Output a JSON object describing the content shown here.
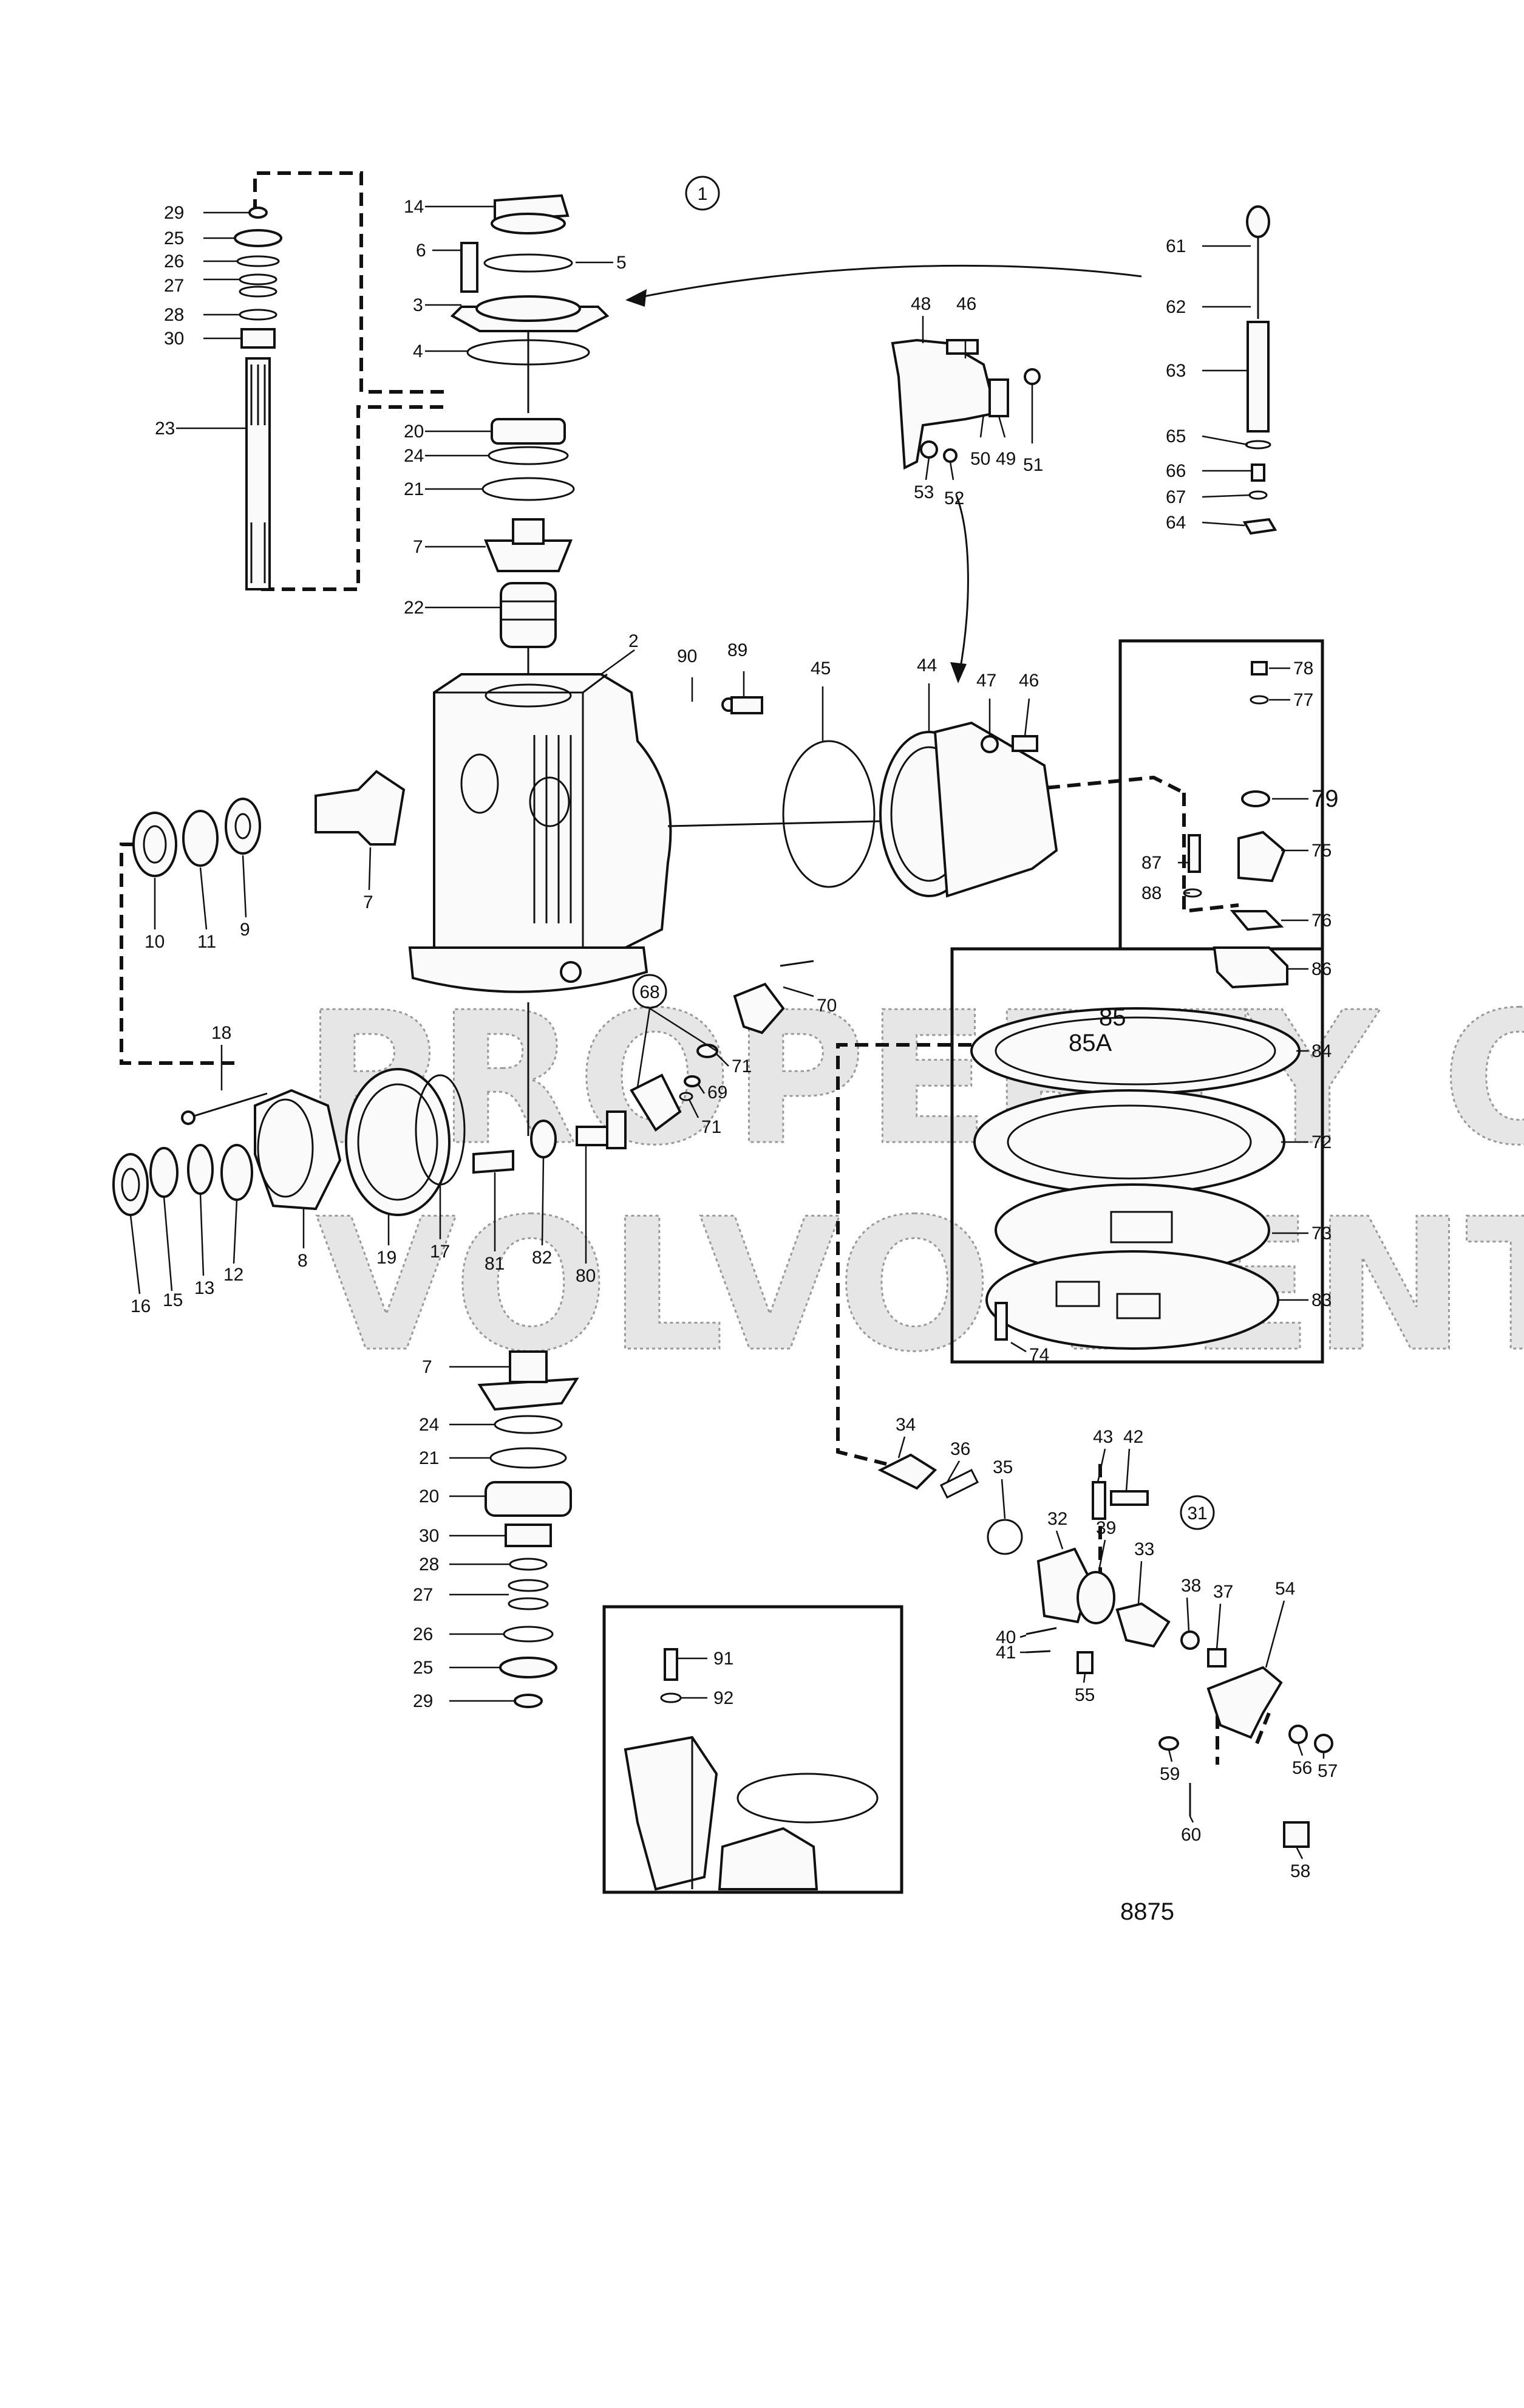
{
  "drawing_number": "8875",
  "watermark": [
    "PROPERTY OF",
    "VOLVO PENTA"
  ],
  "group_markers": [
    "1",
    "68",
    "31"
  ],
  "callouts": {
    "c29a": "29",
    "c25a": "25",
    "c26a": "26",
    "c27a": "27",
    "c28a": "28",
    "c30a": "30",
    "c23": "23",
    "c14": "14",
    "c6": "6",
    "c5": "5",
    "c3": "3",
    "c4": "4",
    "c20a": "20",
    "c24a": "24",
    "c21a": "21",
    "c7a": "7",
    "c22": "22",
    "c48": "48",
    "c46a": "46",
    "c50": "50",
    "c49": "49",
    "c51": "51",
    "c53": "53",
    "c52": "52",
    "c61": "61",
    "c62": "62",
    "c63": "63",
    "c65": "65",
    "c66": "66",
    "c67": "67",
    "c64": "64",
    "c2": "2",
    "c90": "90",
    "c89": "89",
    "c45": "45",
    "c44": "44",
    "c47": "47",
    "c46b": "46",
    "c78": "78",
    "c77": "77",
    "c79": "79",
    "c75": "75",
    "c87": "87",
    "c88": "88",
    "c76": "76",
    "c86": "86",
    "c85": "85",
    "c85a": "85A",
    "c84": "84",
    "c72": "72",
    "c73": "73",
    "c83": "83",
    "c74": "74",
    "c10": "10",
    "c11": "11",
    "c9": "9",
    "c7b": "7",
    "c70": "70",
    "c71a": "71",
    "c69": "69",
    "c71b": "71",
    "c18": "18",
    "c16": "16",
    "c15": "15",
    "c13": "13",
    "c12": "12",
    "c8": "8",
    "c19": "19",
    "c17": "17",
    "c81": "81",
    "c82": "82",
    "c80": "80",
    "c7c": "7",
    "c24b": "24",
    "c21b": "21",
    "c20b": "20",
    "c30b": "30",
    "c28b": "28",
    "c27b": "27",
    "c26b": "26",
    "c25b": "25",
    "c29b": "29",
    "c34": "34",
    "c36": "36",
    "c35": "35",
    "c43": "43",
    "c42": "42",
    "c32": "32",
    "c39": "39",
    "c33": "33",
    "c38": "38",
    "c37": "37",
    "c54": "54",
    "c40": "40",
    "c41": "41",
    "c55": "55",
    "c59": "59",
    "c60": "60",
    "c56": "56",
    "c57": "57",
    "c58": "58",
    "c91": "91",
    "c92": "92"
  }
}
